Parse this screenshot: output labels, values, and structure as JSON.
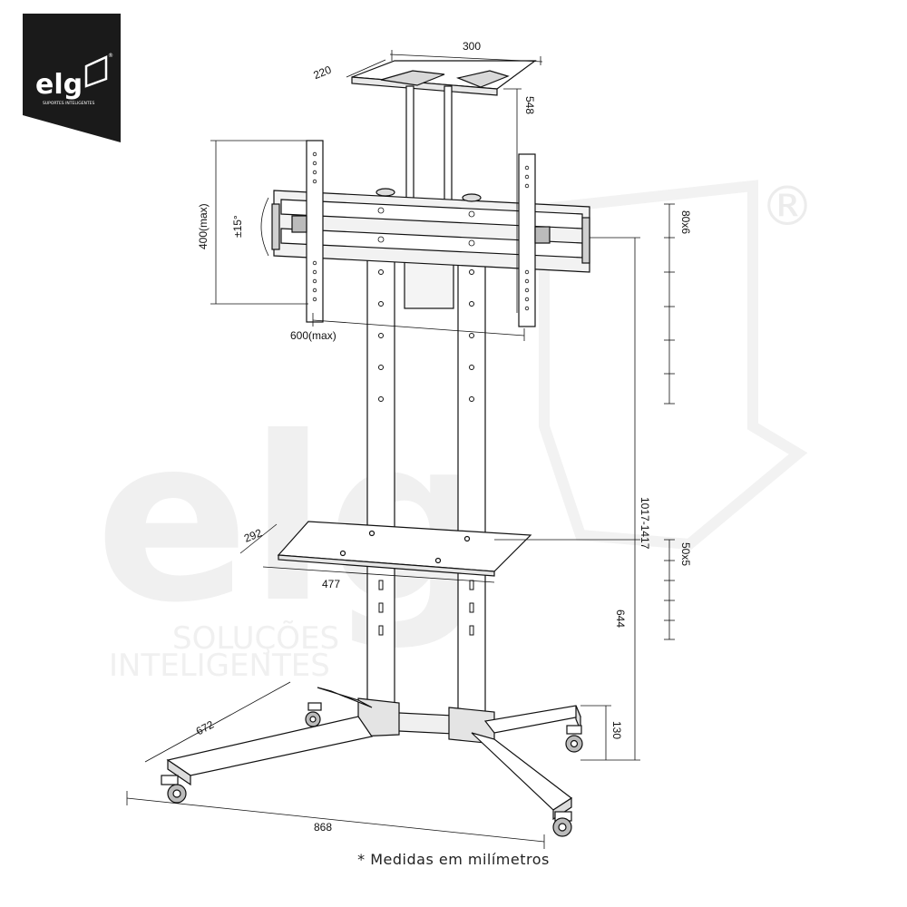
{
  "brand": {
    "logo_text": "elg",
    "logo_tagline": "SUPORTES INTELIGENTES",
    "watermark_word": "elg",
    "watermark_line1": "SOLUÇÕES",
    "watermark_line2": "INTELIGENTES",
    "registered_mark": "®",
    "badge_color": "#1a1a1a"
  },
  "dimensions": {
    "shelf_top_width": "300",
    "shelf_top_depth": "220",
    "camera_post_height": "548",
    "vesa_height": "400(max)",
    "tilt": "±15°",
    "vesa_width": "600(max)",
    "column_holes_upper": "80x6",
    "height_range": "1017-1417",
    "shelf_mid_depth": "292",
    "shelf_mid_width": "477",
    "column_holes_lower": "50x5",
    "shelf_height": "644",
    "base_depth": "672",
    "caster_height": "130",
    "base_width": "868"
  },
  "footnote": "* Medidas em milímetros"
}
